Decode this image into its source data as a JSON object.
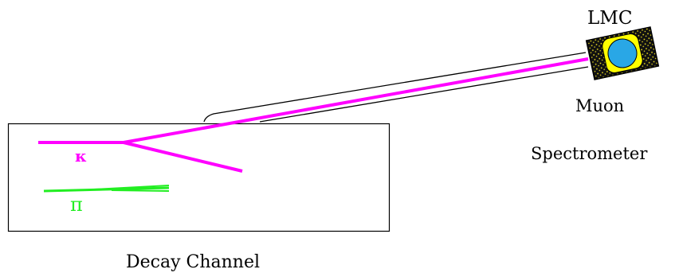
{
  "labels": {
    "detector": "LMC",
    "spectrometer_line1": "Muon",
    "spectrometer_line2": "Spectrometer",
    "kaon": "κ",
    "pion": "π",
    "channel": "Decay Channel"
  },
  "colors": {
    "kaon_track": "#ff00ff",
    "pion_track": "#22ee22",
    "outline": "#000000",
    "detector_core": "#29a7e6",
    "detector_ring": "#ffff00",
    "detector_body": "#1a1a1a"
  }
}
